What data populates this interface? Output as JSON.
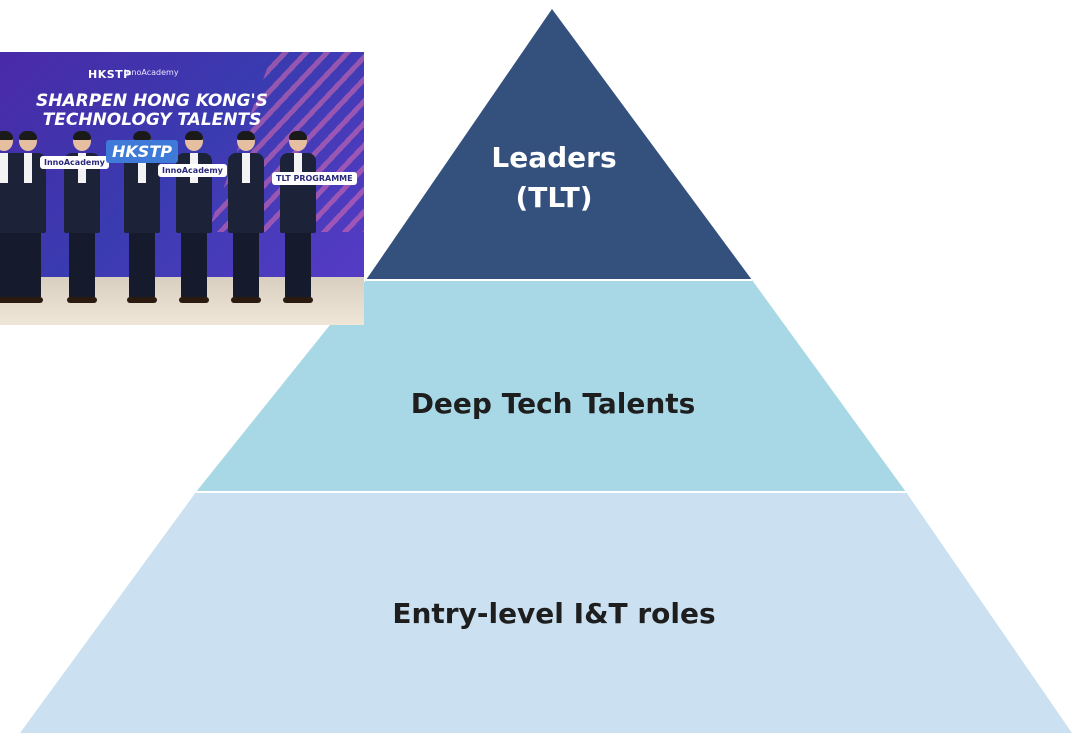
{
  "pyramid": {
    "tiers": [
      {
        "label_line1": "Leaders",
        "label_line2": "(TLT)",
        "color": "#34507d"
      },
      {
        "label": "Deep Tech Talents",
        "color": "#a8d8e6"
      },
      {
        "label": "Entry-level I&T roles",
        "color": "#cbe1f1"
      }
    ]
  },
  "photo": {
    "logo": "HKSTP",
    "logo_secondary": "InnoAcademy",
    "headline_line1": "SHARPEN HONG KONG'S",
    "headline_line2": "TECHNOLOGY TALENTS",
    "sign_hkstp": "HKSTP",
    "sign_academy_1": "InnoAcademy",
    "sign_academy_2": "InnoAcademy",
    "sign_programme": "TLT PROGRAMME"
  }
}
